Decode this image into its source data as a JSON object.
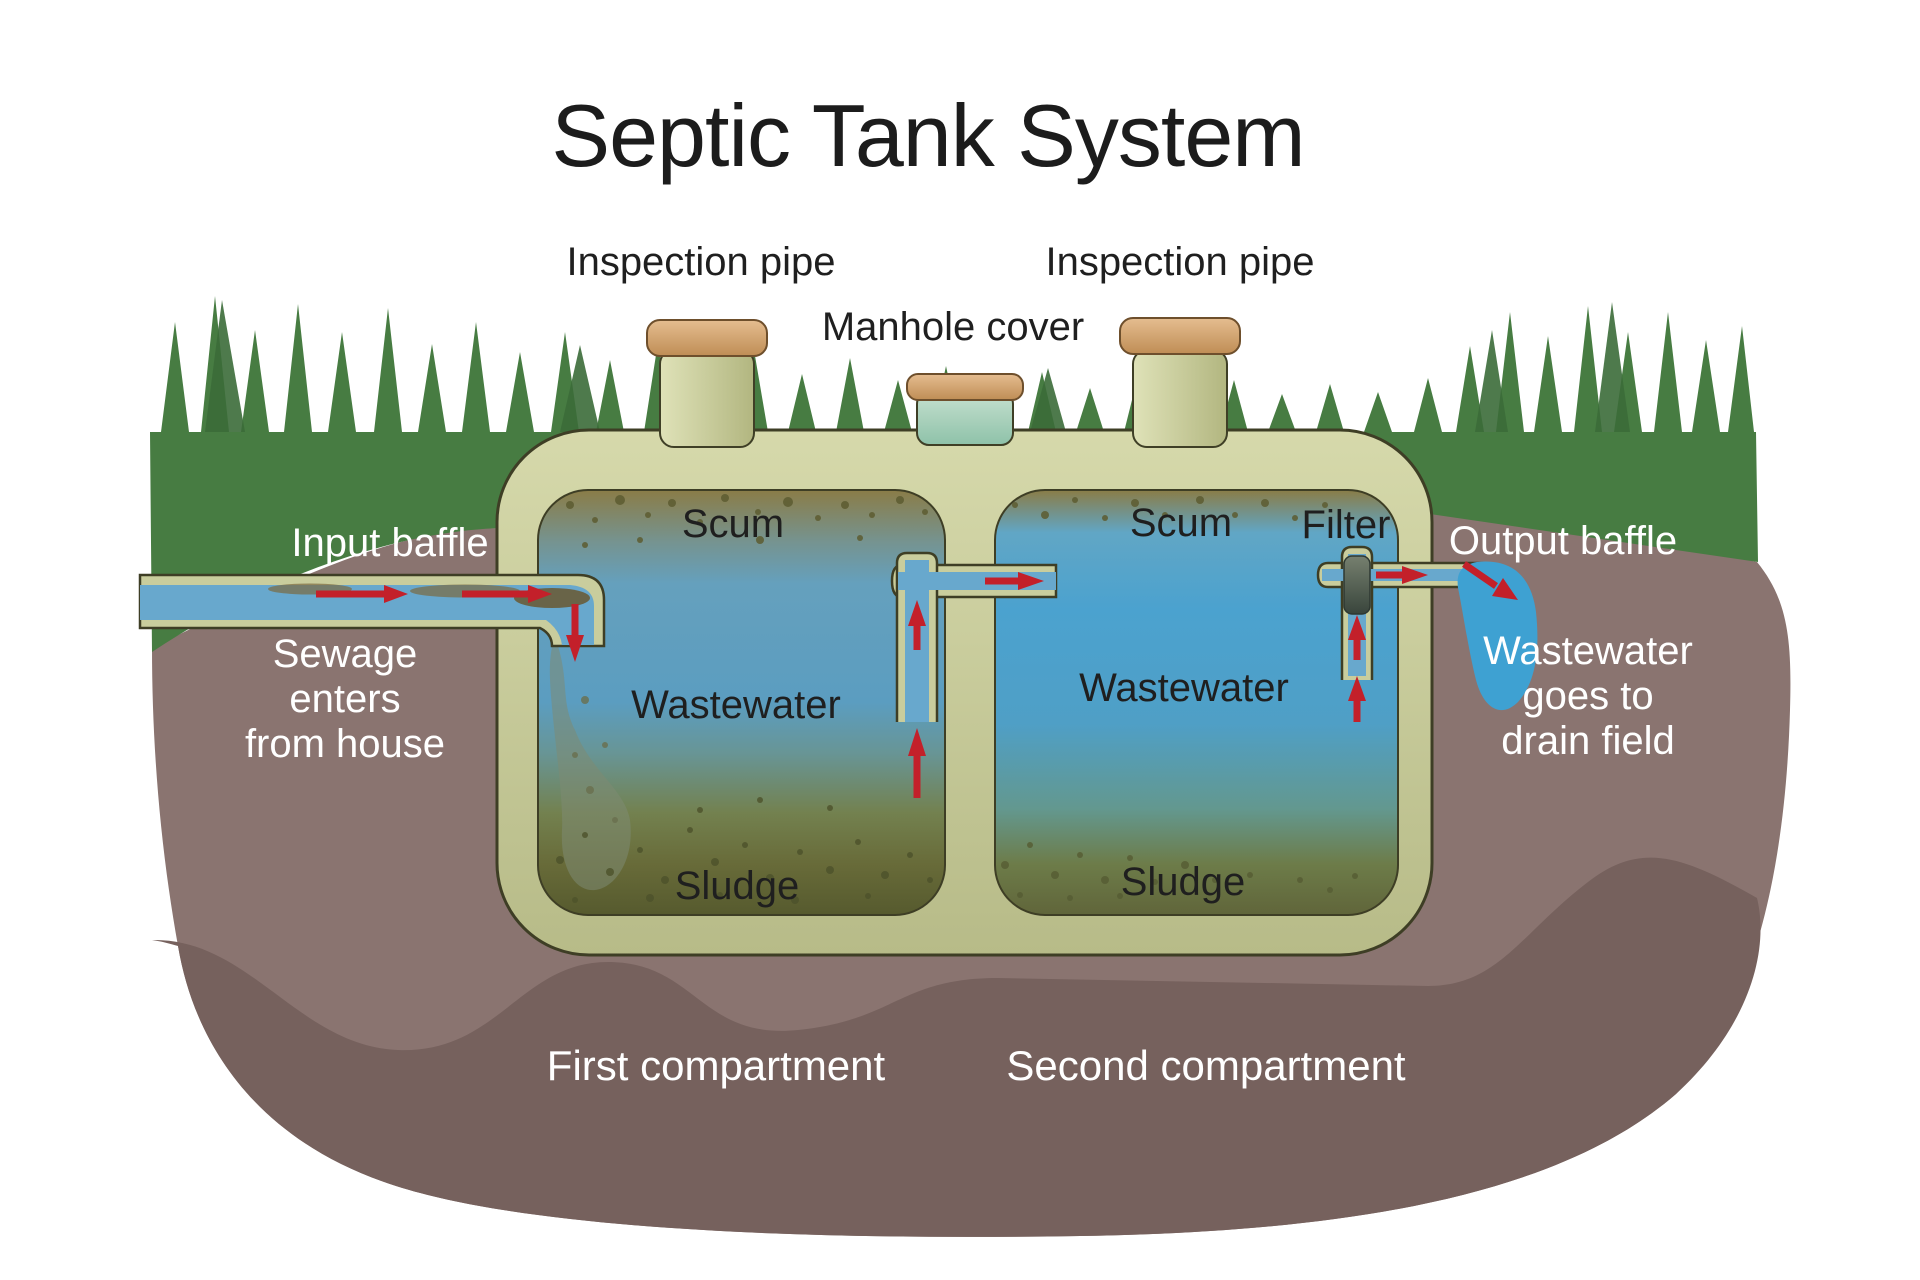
{
  "title": "Septic Tank System",
  "labels": {
    "inspection_pipe_left": "Inspection pipe",
    "inspection_pipe_right": "Inspection pipe",
    "manhole_cover": "Manhole cover",
    "input_baffle": "Input baffle",
    "output_baffle": "Output baffle",
    "scum_first": "Scum",
    "scum_second": "Scum",
    "filter": "Filter",
    "wastewater_first": "Wastewater",
    "wastewater_second": "Wastewater",
    "sludge_first": "Sludge",
    "sludge_second": "Sludge",
    "first_compartment": "First compartment",
    "second_compartment": "Second compartment",
    "sewage_enters": [
      "Sewage",
      "enters",
      "from house"
    ],
    "wastewater_drain": [
      "Wastewater",
      "goes to",
      "drain field"
    ]
  },
  "colors": {
    "grass_green": "#477c42",
    "soil_light": "#8a7470",
    "soil_dark": "#76615d",
    "tank_shell": "#c9cc9c",
    "scum_olive": "#8a7c47",
    "wastewater_blue": "#4fa3cf",
    "sludge_olive": "#5f6234",
    "pipe_water_blue": "#68a8cd",
    "arrow_red": "#c3202a",
    "cap_tan": "#d4a878",
    "manhole_teal": "#a7d0b8",
    "filter_gray": "#4e584e",
    "drain_water_blue": "#3ea1d2",
    "label_dark": "#1f1f1f",
    "label_light": "#ffffff"
  }
}
